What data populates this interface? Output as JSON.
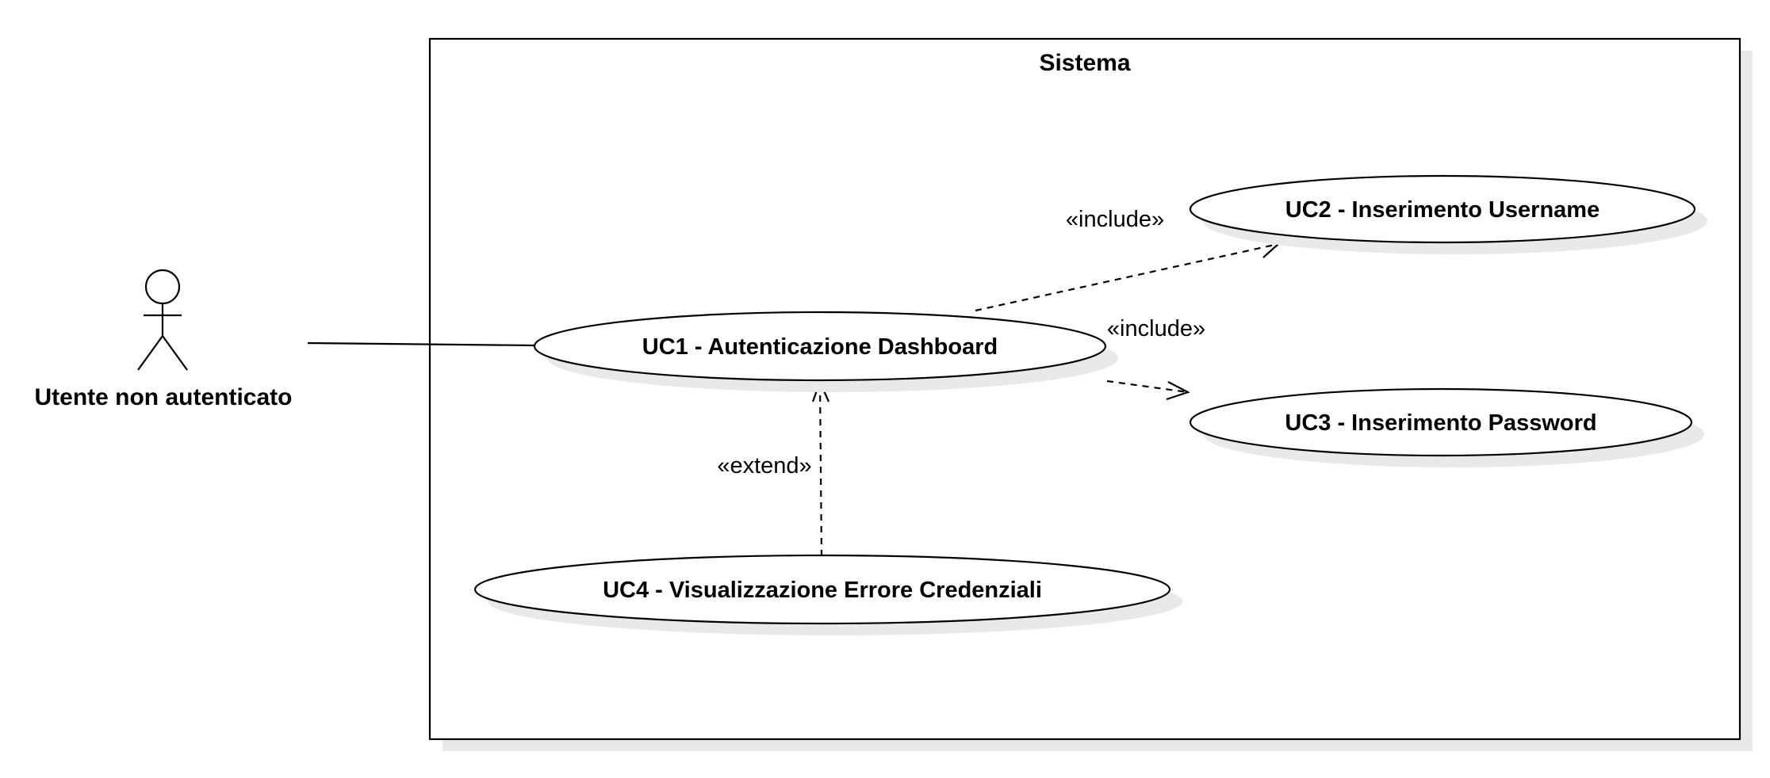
{
  "system": {
    "title": "Sistema"
  },
  "actor": {
    "label": "Utente non autenticato",
    "icon": "stick-figure-icon"
  },
  "use_cases": [
    {
      "id": "uc1",
      "label": "UC1 - Autenticazione Dashboard"
    },
    {
      "id": "uc2",
      "label": "UC2 - Inserimento Username"
    },
    {
      "id": "uc3",
      "label": "UC3 - Inserimento Password"
    },
    {
      "id": "uc4",
      "label": "UC4 - Visualizzazione Errore Credenziali"
    }
  ],
  "relations": [
    {
      "from": "actor",
      "to": "uc1",
      "type": "association",
      "label": ""
    },
    {
      "from": "uc1",
      "to": "uc2",
      "type": "include",
      "label": "«include»"
    },
    {
      "from": "uc1",
      "to": "uc3",
      "type": "include",
      "label": "«include»"
    },
    {
      "from": "uc4",
      "to": "uc1",
      "type": "extend",
      "label": "«extend»"
    }
  ]
}
